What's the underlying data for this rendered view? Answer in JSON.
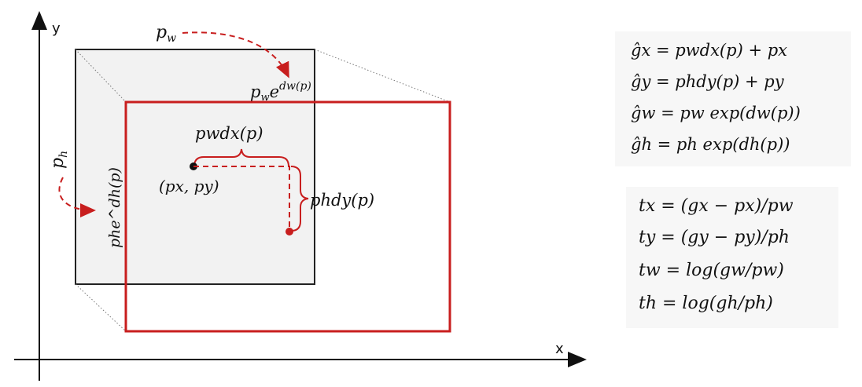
{
  "axes": {
    "x_label": "x",
    "y_label": "y"
  },
  "labels": {
    "pw": "p",
    "pw_sub": "w",
    "pw_exp_base": "p",
    "pw_exp_sub": "w",
    "pw_exp_e": "e",
    "pw_exp_pow": "dw(p)",
    "ph": "p",
    "ph_sub": "h",
    "ph_exp": "phe^dh(p)",
    "pw_dx": "pwdx(p)",
    "ph_dy": "phdy(p)",
    "center": "(px, py)"
  },
  "colors": {
    "anchor_fill": "#f2f2f2",
    "anchor_stroke": "#222222",
    "pred_stroke": "#c81e1e",
    "axis": "#111111",
    "panel_bg": "#f7f7f7"
  },
  "equations_prediction": [
    "ĝx = pwdx(p) + px",
    "ĝy = phdy(p) + py",
    "ĝw = pw exp(dw(p))",
    "ĝh = ph exp(dh(p))"
  ],
  "equations_targets": [
    "tx = (gx − px)/pw",
    "ty = (gy − py)/ph",
    "tw = log(gw/pw)",
    "th = log(gh/ph)"
  ]
}
